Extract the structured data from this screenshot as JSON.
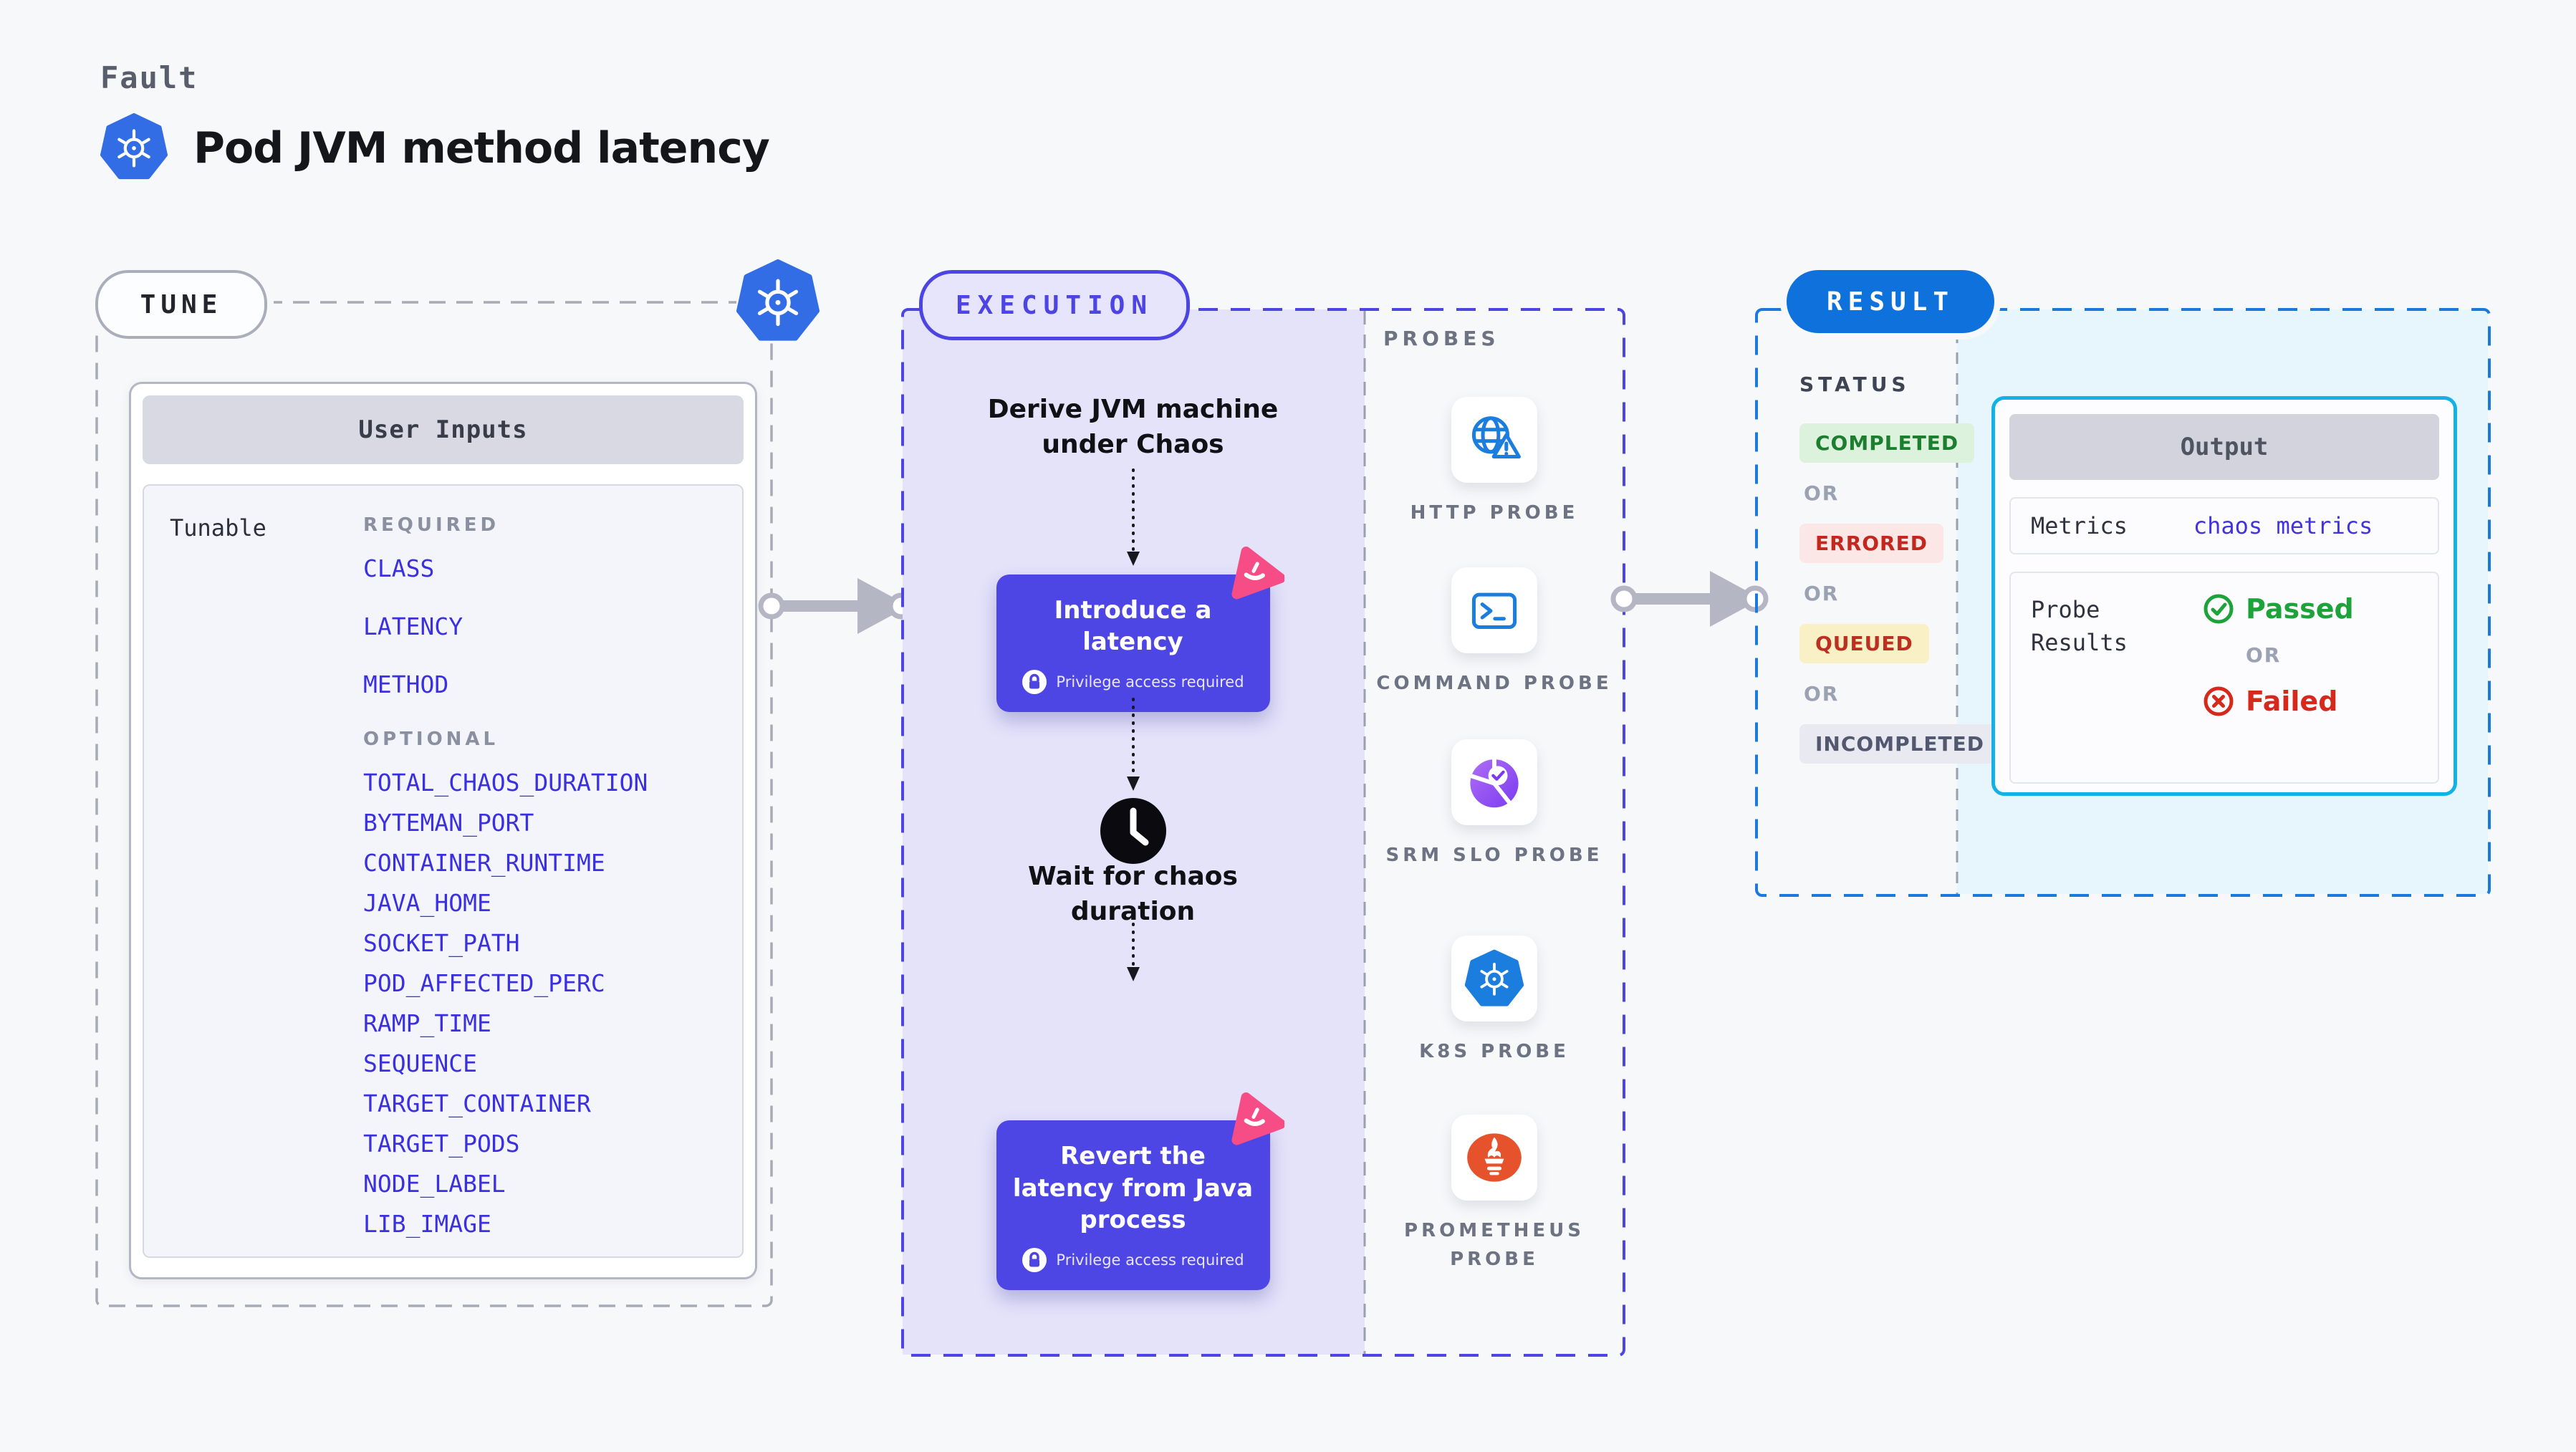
{
  "page": {
    "kind_label": "Fault",
    "title": "Pod JVM method latency"
  },
  "tune": {
    "pill_label": "TUNE",
    "card_title": "User Inputs",
    "row_label": "Tunable",
    "required_label": "REQUIRED",
    "optional_label": "OPTIONAL",
    "required": [
      "CLASS",
      "LATENCY",
      "METHOD"
    ],
    "optional": [
      "TOTAL_CHAOS_DURATION",
      "BYTEMAN_PORT",
      "CONTAINER_RUNTIME",
      "JAVA_HOME",
      "SOCKET_PATH",
      "POD_AFFECTED_PERC",
      "RAMP_TIME",
      "SEQUENCE",
      "TARGET_CONTAINER",
      "TARGET_PODS",
      "NODE_LABEL",
      "LIB_IMAGE"
    ]
  },
  "execution": {
    "pill_label": "EXECUTION",
    "step1_title": "Derive JVM machine under Chaos",
    "step2_title": "Introduce a latency",
    "step2_note": "Privilege access required",
    "step3_title": "Wait for chaos duration",
    "step4_title": "Revert the latency from Java process",
    "step4_note": "Privilege access required"
  },
  "probes": {
    "panel_label": "PROBES",
    "items": [
      {
        "icon": "globe-alert-icon",
        "label": "HTTP PROBE"
      },
      {
        "icon": "terminal-icon",
        "label": "COMMAND PROBE"
      },
      {
        "icon": "slo-gauge-icon",
        "label": "SRM SLO PROBE"
      },
      {
        "icon": "kubernetes-icon",
        "label": "K8S PROBE"
      },
      {
        "icon": "prometheus-icon",
        "label": "PROMETHEUS PROBE"
      }
    ]
  },
  "result": {
    "pill_label": "RESULT",
    "status_label": "STATUS",
    "or_label": "OR",
    "statuses": [
      {
        "label": "COMPLETED",
        "kind": "success"
      },
      {
        "label": "ERRORED",
        "kind": "error"
      },
      {
        "label": "QUEUED",
        "kind": "warning"
      },
      {
        "label": "INCOMPLETED",
        "kind": "neutral"
      }
    ],
    "output": {
      "title": "Output",
      "metrics_label": "Metrics",
      "metrics_value": "chaos metrics",
      "probe_results_label": "Probe Results",
      "passed_label": "Passed",
      "failed_label": "Failed"
    }
  },
  "colors": {
    "page_bg": "#f7f8fa",
    "kubernetes_blue": "#326de6",
    "execution_indigo": "#4d44e4",
    "execution_panel_bg": "#e4e3fa",
    "result_blue": "#0f72dc",
    "result_panel_bg": "#e7f5fd",
    "output_border_cyan": "#12b2e6",
    "tunable_link_indigo": "#3a30e1",
    "litmus_pink": "#f64d86",
    "success_green": "#1ea23a",
    "error_red": "#d6281b",
    "queued_bg": "#faf0c6",
    "probe_icon_blue": "#1b7ede",
    "prometheus_orange": "#e6522c"
  }
}
